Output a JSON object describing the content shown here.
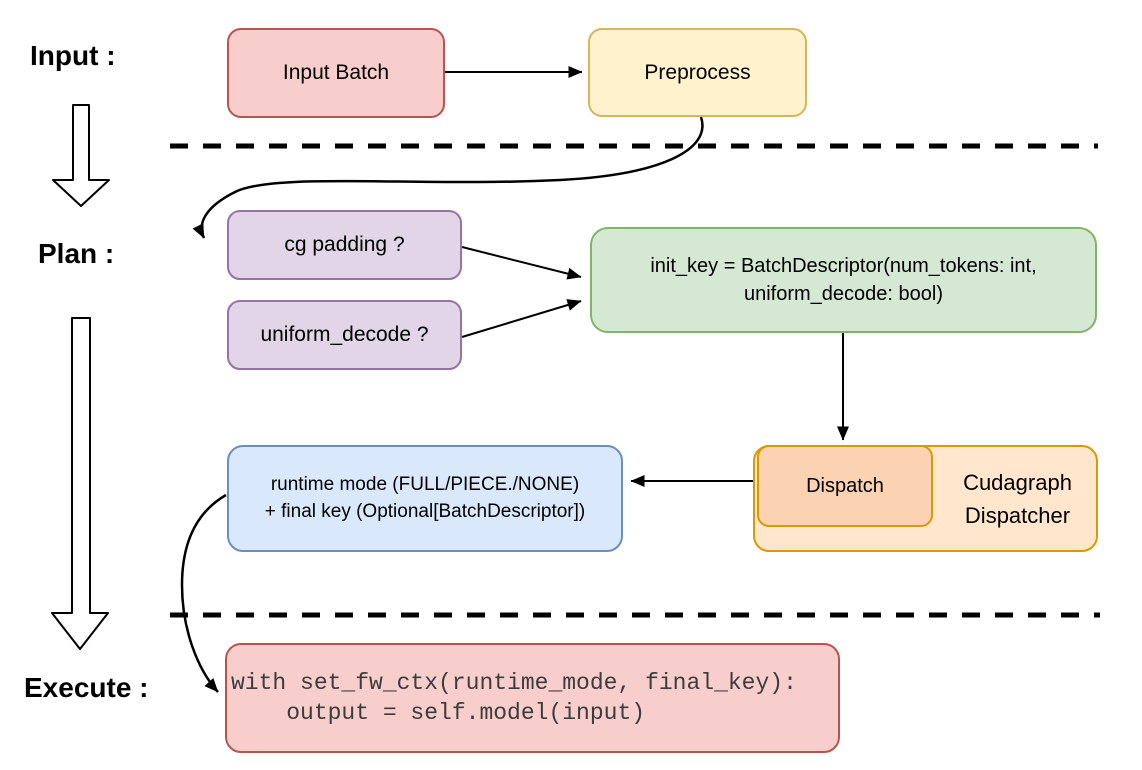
{
  "stages": {
    "input": "Input :",
    "plan": "Plan :",
    "execute": "Execute :"
  },
  "nodes": {
    "input_batch": {
      "label": "Input Batch"
    },
    "preprocess": {
      "label": "Preprocess"
    },
    "cg_padding": {
      "label": "cg padding ?"
    },
    "uniform_decode": {
      "label": "uniform_decode ?"
    },
    "init_key": {
      "line1": "init_key = BatchDescriptor(num_tokens: int,",
      "line2": "uniform_decode: bool)"
    },
    "runtime_mode": {
      "line1": "runtime mode (FULL/PIECE./NONE)",
      "line2": "+ final key (Optional[BatchDescriptor])"
    },
    "cudagraph_dispatcher": {
      "dispatch": "Dispatch",
      "title": "Cudagraph Dispatcher"
    },
    "execute_code": {
      "line1": "with set_fw_ctx(runtime_mode, final_key):",
      "line2": "    output = self.model(input)"
    }
  },
  "colors": {
    "red_fill": "#F8CECC",
    "red_stroke": "#B85450",
    "yellow_fill": "#FFF2CC",
    "yellow_stroke": "#D6B656",
    "purple_fill": "#E1D5E7",
    "purple_stroke": "#9673A6",
    "green_fill": "#D5E8D4",
    "green_stroke": "#82B366",
    "blue_fill": "#DAE8FC",
    "blue_stroke": "#6C8EBF",
    "orange_fill": "#FFE6CC",
    "orange_stroke": "#D79B00",
    "peach_fill": "#FBD2B2",
    "connector": "#000000",
    "code_text": "#3C3C3C",
    "background": "#FFFFFF"
  }
}
